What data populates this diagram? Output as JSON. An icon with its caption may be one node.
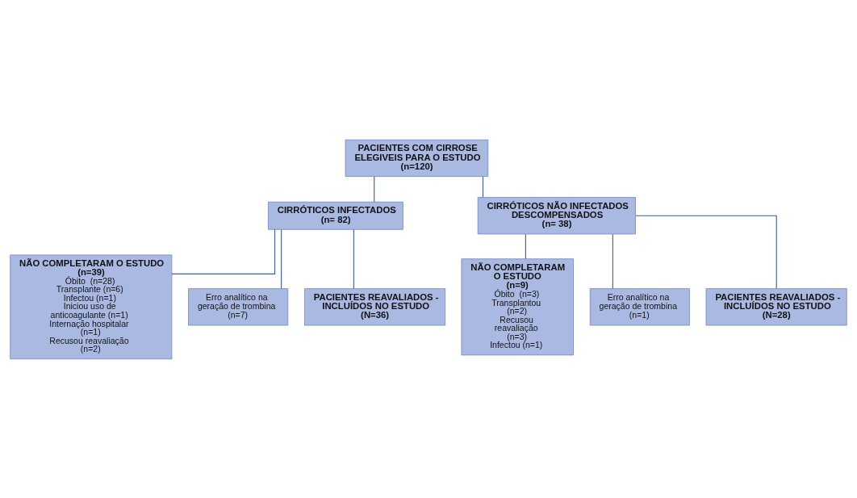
{
  "diagram": {
    "nodes": [
      {
        "text": [
          "PACIENTES COM CIRROSE ELEGIVEIS PARA O ESTUDO (n=120)"
        ]
      },
      {
        "text": [
          "CIRRÓTICOS INFECTADOS",
          "(n= 82)"
        ]
      },
      {
        "text": [
          "CIRRÓTICOS NÃO INFECTADOS DESCOMPENSADOS",
          "(n= 38)"
        ]
      },
      {
        "text": [
          "NÃO COMPLETARAM O ESTUDO",
          "(n=39)",
          "Óbito  (n=28)",
          "Transplante (n=6)",
          "Infectou (n=1)",
          "Iniciou uso de anticoagulante (n=1)",
          "Internação hospitalar (n=1)",
          "Recusou reavaliação (n=2)"
        ]
      },
      {
        "text": [
          "Erro analítico na geração de trombina (n=7)"
        ]
      },
      {
        "text": [
          "NÃO COMPLETARAM O ESTUDO",
          "(n=9)",
          "Óbito  (n=3)",
          "Transplantou (n=2)",
          "Recusou reavaliação (n=3)",
          "Infectou (n=1)"
        ]
      },
      {
        "text": [
          "Erro analítico na geração de trombina (n=1)"
        ]
      },
      {
        "text": [
          "PACIENTES REAVALIADOS - INCLUÍDOS NO ESTUDO",
          "(N=36)"
        ]
      },
      {
        "text": [
          "PACIENTES REAVALIADOS - INCLUÍDOS NO ESTUDO",
          "(N=28)"
        ]
      }
    ],
    "edges": [
      {
        "from": 0,
        "to": 1,
        "arrow": "none"
      },
      {
        "from": 0,
        "to": 2,
        "arrow": "none"
      },
      {
        "from": 1,
        "to": 3,
        "arrow": "none"
      },
      {
        "from": 1,
        "to": 4,
        "arrow": "none"
      },
      {
        "from": 1,
        "to": 7,
        "arrow": "none"
      },
      {
        "from": 2,
        "to": 6,
        "arrow": "none"
      },
      {
        "from": 2,
        "to": 5,
        "arrow": "none"
      },
      {
        "from": 2,
        "to": 8,
        "arrow": "none"
      }
    ]
  }
}
